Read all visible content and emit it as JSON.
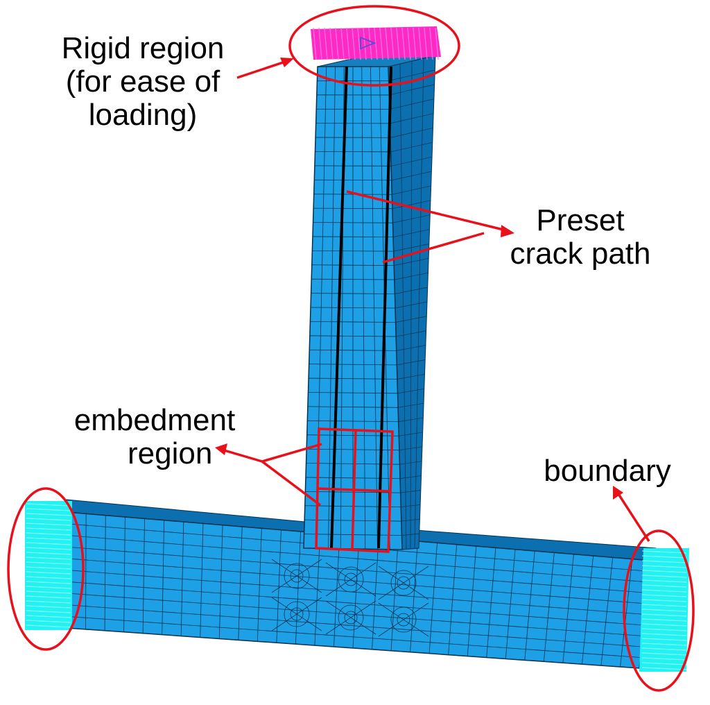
{
  "labels": {
    "rigid_region": [
      "Rigid region",
      "(for ease of",
      "loading)"
    ],
    "preset_crack_path": [
      "Preset",
      "crack path"
    ],
    "embedment_region": [
      "embedment",
      "region"
    ],
    "boundary": [
      "boundary"
    ]
  },
  "colors": {
    "mesh_fill": "#1ea0e6",
    "mesh_fill_dark": "#0b6fb0",
    "mesh_line": "#06324f",
    "rigid_fill": "#ff29c8",
    "boundary_fill": "#22f2f2",
    "annotation": "#e8101a",
    "text": "#000000"
  }
}
